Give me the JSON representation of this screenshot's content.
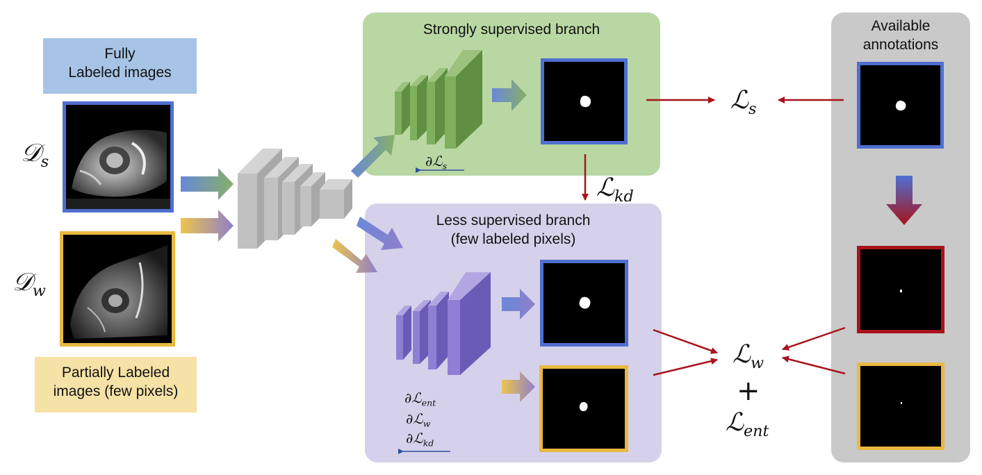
{
  "colors": {
    "blue": "#4f6fd0",
    "yellow": "#e9b842",
    "red": "#a8131b",
    "green_panel": "#b9d7a3",
    "purple_panel": "#d6d1ea",
    "gray_panel": "#c9c9c9"
  },
  "left": {
    "fully_labeled": {
      "line1": "Fully",
      "line2": "Labeled images"
    },
    "partially_labeled": {
      "line1": "Partially Labeled",
      "line2": "images (few pixels)"
    },
    "ds_symbol": "𝒟",
    "ds_sub": "s",
    "dw_symbol": "𝒟",
    "dw_sub": "w"
  },
  "strong_branch": {
    "title": "Strongly supervised branch",
    "grad_symbol": "∂ℒ",
    "grad_sub": "s"
  },
  "less_branch": {
    "title_line1": "Less supervised branch",
    "title_line2": "(few labeled pixels)",
    "grads": [
      {
        "symbol": "∂ℒ",
        "sub": "ent"
      },
      {
        "symbol": "∂ℒ",
        "sub": "w"
      },
      {
        "symbol": "∂ℒ",
        "sub": "kd"
      }
    ]
  },
  "annotations": {
    "title_line1": "Available",
    "title_line2": "annotations"
  },
  "losses": {
    "ls": {
      "symbol": "ℒ",
      "sub": "s"
    },
    "lkd": {
      "symbol": "ℒ",
      "sub": "kd"
    },
    "lw": {
      "symbol": "ℒ",
      "sub": "w"
    },
    "plus": "+",
    "lent": {
      "symbol": "ℒ",
      "sub": "ent"
    }
  }
}
